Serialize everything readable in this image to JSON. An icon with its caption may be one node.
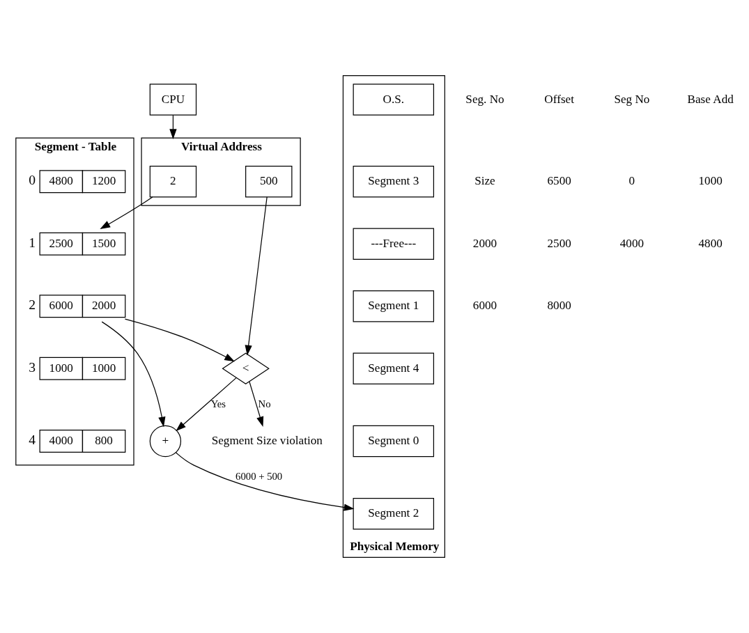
{
  "diagram": {
    "nodes": [
      {
        "text": [
          "CPU"
        ]
      },
      {
        "text": [
          "Virtual Address"
        ]
      },
      {
        "text": [
          "2"
        ],
        "in": 1
      },
      {
        "text": [
          "500"
        ],
        "in": 1
      },
      {
        "text": [
          "Segment - Table"
        ]
      },
      {
        "text": [
          "4800",
          "1200"
        ],
        "beside": [
          "0"
        ],
        "in": 4
      },
      {
        "text": [
          "2500",
          "1500"
        ],
        "beside": [
          "1"
        ],
        "in": 4
      },
      {
        "text": [
          "6000",
          "2000"
        ],
        "beside": [
          "2"
        ],
        "in": 4
      },
      {
        "text": [
          "1000",
          "1000"
        ],
        "beside": [
          "3"
        ],
        "in": 4
      },
      {
        "text": [
          "4000",
          "800"
        ],
        "beside": [
          "4"
        ],
        "in": 4
      },
      {
        "text": [
          "<"
        ]
      },
      {
        "text": [
          "+"
        ]
      },
      {
        "text": [
          "Segment Size violation"
        ]
      },
      {
        "text": [
          "Physical Memory"
        ]
      },
      {
        "text": [
          "O.S."
        ],
        "in": 13
      },
      {
        "text": [
          "Segment 3"
        ],
        "in": 13
      },
      {
        "text": [
          "---Free---"
        ],
        "in": 13
      },
      {
        "text": [
          "Segment 1"
        ],
        "in": 13
      },
      {
        "text": [
          "Segment 4"
        ],
        "in": 13
      },
      {
        "text": [
          "Segment 0"
        ],
        "in": 13
      },
      {
        "text": [
          "Segment 2"
        ],
        "in": 13
      }
    ],
    "edges": [
      {
        "from": 0,
        "to": 1,
        "arrow": "to"
      },
      {
        "from": 2,
        "to": 6,
        "arrow": "to"
      },
      {
        "from": 3,
        "to": 10,
        "arrow": "to"
      },
      {
        "from": 7,
        "to": 11,
        "arrow": "to"
      },
      {
        "from": 7,
        "to": 10,
        "arrow": "to"
      },
      {
        "from": 10,
        "to": 11,
        "label": "Yes",
        "arrow": "to"
      },
      {
        "from": 10,
        "to": 12,
        "label": "No",
        "arrow": "to"
      },
      {
        "from": 11,
        "to": 20,
        "label": "6000 + 500",
        "arrow": "to"
      }
    ],
    "labels": [
      "Seg. No",
      "Offset",
      "Seg No",
      "Base Add",
      "Size",
      "6500",
      "0",
      "1000",
      "2000",
      "2500",
      "4000",
      "4800",
      "6000",
      "8000"
    ]
  }
}
